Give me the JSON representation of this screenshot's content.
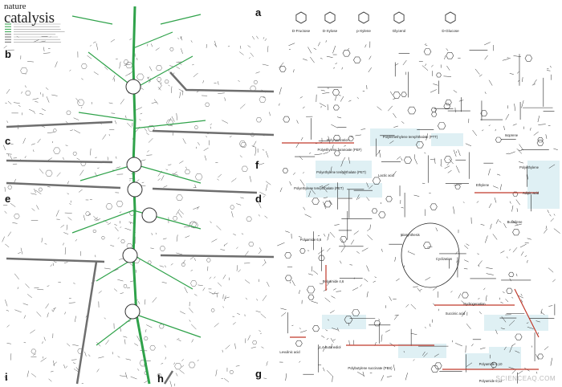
{
  "header": {
    "journal_line1": "nature",
    "journal_line2": "catalysis"
  },
  "panel_labels": [
    "a",
    "b",
    "c",
    "d",
    "e",
    "f",
    "g",
    "h",
    "i"
  ],
  "colors": {
    "green": "#2fa24a",
    "gray": "#6e6e6e",
    "red": "#c0392b",
    "box": "#dff0f4"
  },
  "right_panel": {
    "top_compounds": [
      "D-Fructose",
      "D-Xylose",
      "p-Xylene",
      "Glycerol",
      "D-Glucose"
    ],
    "labels": [
      "Polyethylene furanoate (PEF)",
      "Polyethylene terephthalate (PET)",
      "Polytrimethylene terephthalate (PTT)",
      "Polyethylene terephthalate (PET)",
      "Polybutylene succinate (PBS)",
      "Polyamide 6,6",
      "Polyamide 4,6",
      "Polyamide 6,10",
      "Polyamide 6,12",
      "Polyethylene",
      "Hydrogenation",
      "Polymerization",
      "Biosynthesis",
      "Cyclization",
      "Levulinic acid",
      "Succinic acid",
      "Adipic acid",
      "Butadiene",
      "Isoprene",
      "Ethylene",
      "1,4-Butanediol",
      "Lactic acid"
    ]
  },
  "watermark": "SCIENCEAQ.COM"
}
